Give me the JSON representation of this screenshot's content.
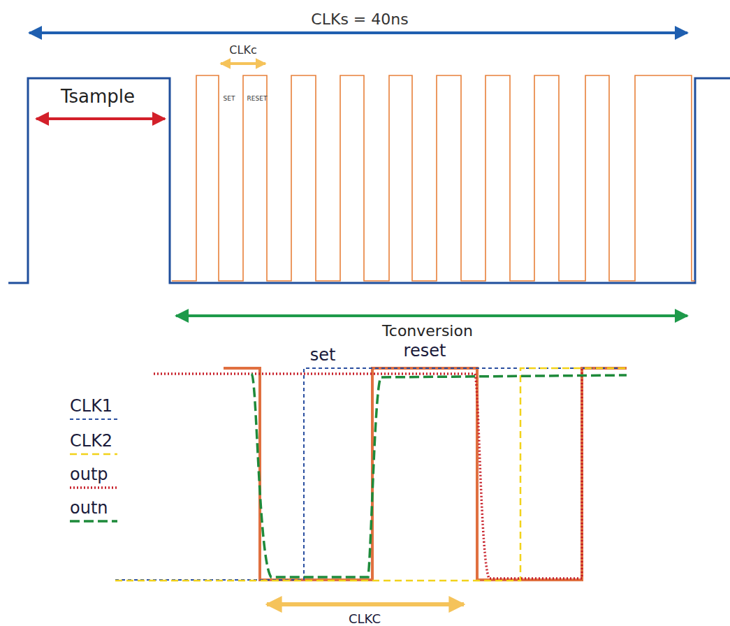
{
  "diagram": {
    "labels": [
      "CLKs = 40ns",
      "CLKc",
      "SET",
      "RESET",
      "Tsample",
      "Tconversion",
      "set",
      "reset",
      "CLKC"
    ],
    "legend": [
      {
        "text": "CLK1"
      },
      {
        "text": "CLK2"
      },
      {
        "text": "outp"
      },
      {
        "text": "outn"
      }
    ]
  }
}
